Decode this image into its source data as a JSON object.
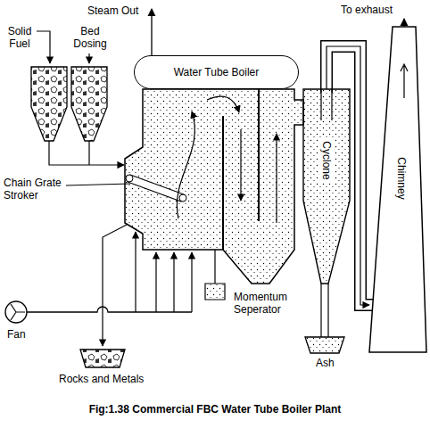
{
  "diagram": {
    "caption": "Fig:1.38 Commercial FBC Water Tube Boiler Plant",
    "nodes": [
      {
        "text": [
          "Water Tube Boiler"
        ]
      },
      {
        "text": [
          "Cyclone"
        ]
      },
      {
        "text": [
          "Chimney"
        ]
      }
    ],
    "edges": [
      {
        "from": 1,
        "to": 2,
        "arrow": "to"
      }
    ],
    "labels": [
      "Steam Out",
      "Solid Fuel",
      "Bed Dosing",
      "Chain Grate Stroker",
      "Momentum Seperator",
      "To exhaust",
      "Fan",
      "Rocks and Metals",
      "Ash"
    ]
  }
}
